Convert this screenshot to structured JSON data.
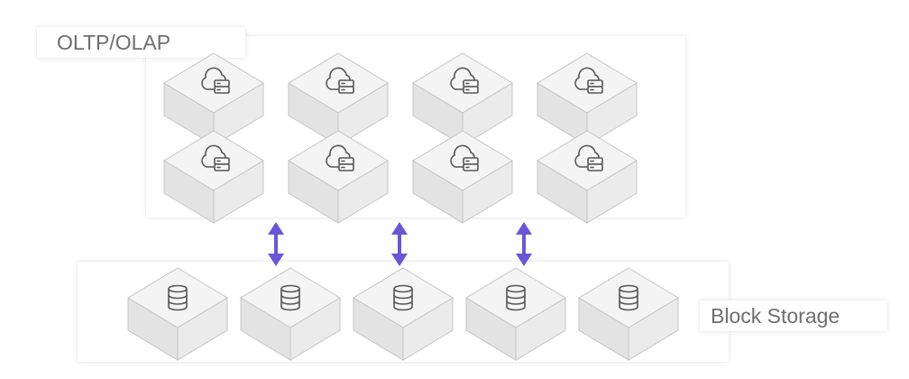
{
  "compute_tier": {
    "label": "OLTP/OLAP",
    "node_count": 8,
    "node_icon": "cloud-database-server-icon"
  },
  "storage_tier": {
    "label": "Block Storage",
    "node_count": 5,
    "node_icon": "database-cylinder-icon"
  },
  "links": {
    "count": 3,
    "direction": "bidirectional",
    "color": "#6b55d8"
  },
  "colors": {
    "cube_top": "#f4f4f4",
    "cube_left": "#e3e3e3",
    "cube_right": "#ebebeb",
    "cube_stroke": "#c4c4c4",
    "icon_stroke": "#555555",
    "label_text": "#6e6e6e"
  }
}
